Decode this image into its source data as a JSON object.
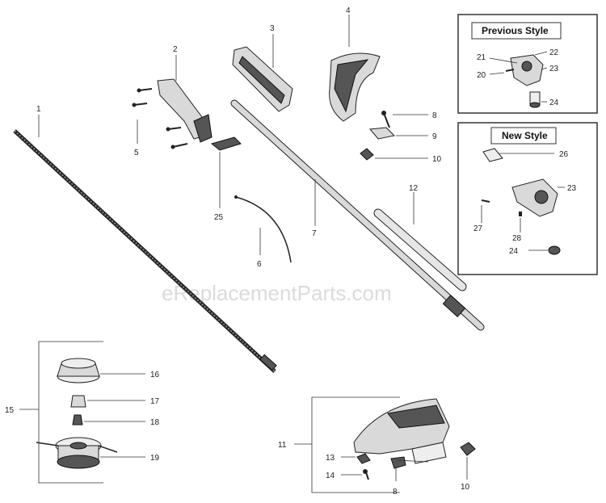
{
  "watermark": "eReplacementParts.com",
  "boxes": {
    "previous_style_title": "Previous Style",
    "new_style_title": "New Style"
  },
  "labels": {
    "p1": "1",
    "p2": "2",
    "p3": "3",
    "p4": "4",
    "p5": "5",
    "p6": "6",
    "p7": "7",
    "p8": "8",
    "p9": "9",
    "p10": "10",
    "p11": "11",
    "p12": "12",
    "p13": "13",
    "p14": "14",
    "p15": "15",
    "p16": "16",
    "p17": "17",
    "p18": "18",
    "p19": "19",
    "p20": "20",
    "p21": "21",
    "p22": "22",
    "p23": "23",
    "p24": "24",
    "p25": "25",
    "p26": "26",
    "p23b": "23",
    "p27": "27",
    "p28": "28",
    "p24b": "24",
    "p8b": "8",
    "p10b": "10"
  }
}
